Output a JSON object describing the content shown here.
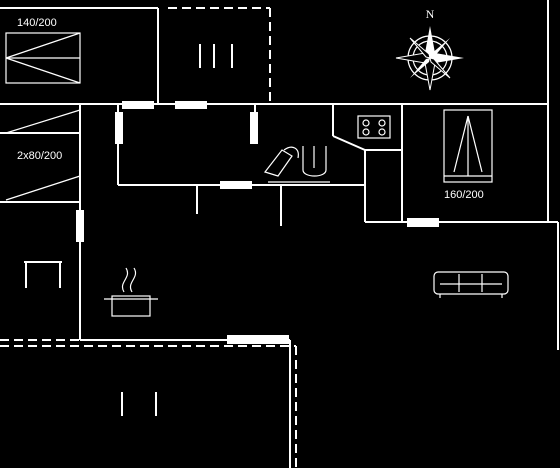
{
  "compass": {
    "north_label": "N"
  },
  "bed_labels": {
    "top_left": "140/200",
    "middle_left": "2x80/200",
    "right": "160/200"
  },
  "icons": [
    "compass-rose-icon",
    "single-bed-icon",
    "double-bed-icon",
    "stove-icon",
    "kitchen-sink-icon",
    "pot-icon",
    "sofa-icon",
    "chair-icon",
    "door-icon"
  ]
}
